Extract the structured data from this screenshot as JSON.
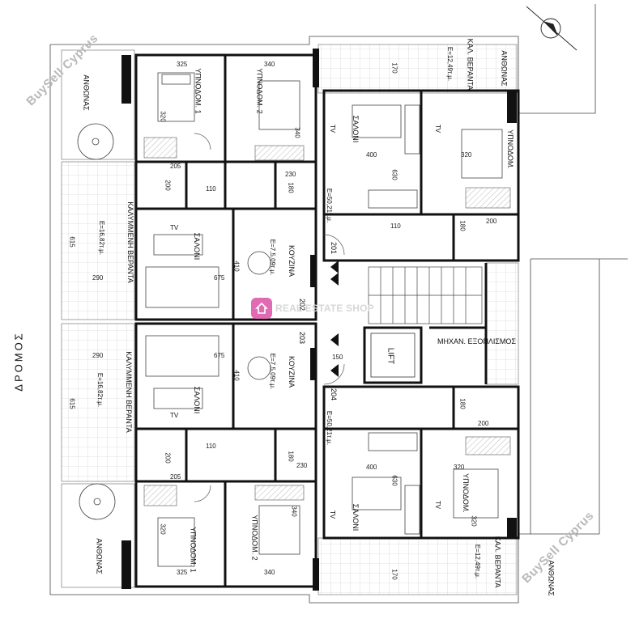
{
  "watermarks": {
    "top_left": "BuySell Cyprus",
    "bottom_right": "BuySell Cyprus",
    "center_logo": "REAL ESTATE SHOP"
  },
  "rooms": {
    "bed1_top": "ΥΠΝΟΔΟΜ. 1",
    "bed2_top": "ΥΠΝΟΔΟΜ. 2",
    "bed1_bottom": "ΥΠΝΟΔΟΜ. 1",
    "bed2_bottom": "ΥΠΝΟΔΟΜ. 2",
    "bed_right_top": "ΥΠΝΟΔΟΜ.",
    "bed_right_bottom": "ΥΠΝΟΔΟΜ.",
    "living_left_top": "ΣΑΛΟΝΙ",
    "living_left_bottom": "ΣΑΛΟΝΙ",
    "living_right_top": "ΣΑΛΟΝΙ",
    "living_right_bottom": "ΣΑΛΟΝΙ",
    "kitchen_top": "ΚΟΥΖΙΝΑ",
    "kitchen_bottom": "ΚΟΥΖΙΝΑ",
    "kitchen_top_area": "E=7,5,09τ.μ.",
    "kitchen_bottom_area": "E=7,5,09τ.μ.",
    "covered_veranda_top": "ΚΑΛΥΜΜΕΝΗ ΒΕΡΑΝΤΑ",
    "covered_veranda_top_area": "E=16,82τ.μ.",
    "covered_veranda_bottom": "ΚΑΛΥΜΜΕΝΗ ΒΕΡΑΝΤΑ",
    "covered_veranda_bottom_area": "E=16,82τ.μ.",
    "veranda_top_right": "ΚΑΛ. ΒΕΡΑΝΤΑ",
    "veranda_top_right_area": "E=12,49τ.μ.",
    "veranda_bottom_right": "ΚΑΛ. ΒΕΡΑΝΤΑ",
    "veranda_bottom_right_area": "E=12,49τ.μ.",
    "flower_tl": "ΑΝΘΩΝΑΣ",
    "flower_tr": "ΑΝΘΩΝΑΣ",
    "flower_bl": "ΑΝΘΩΝΑΣ",
    "flower_br": "ΑΝΘΩΝΑΣ",
    "lift": "LIFT",
    "mech": "ΜΗΧΑΝ. ΕΞΟΠΛΙΣΜΟΣ",
    "area_right_top": "E=50,21τ.μ.",
    "area_right_bottom": "E=50,21τ.μ.",
    "tv": "TV",
    "unit_201": "201",
    "unit_202": "202",
    "unit_203": "203",
    "unit_204": "204",
    "left_edge_text": "ΔΡΟΜΟΣ"
  },
  "dims": {
    "d325a": "325",
    "d340a": "340",
    "d320a": "320",
    "d340b": "340",
    "d205a": "205",
    "d200a": "200",
    "d110a": "110",
    "d230a": "230",
    "d180a": "180",
    "d615a": "615",
    "d290a": "290",
    "d675a": "675",
    "d410a": "410",
    "d290b": "290",
    "d675b": "675",
    "d410b": "410",
    "d615b": "615",
    "d110b": "110",
    "d200b": "200",
    "d205b": "205",
    "d180b": "180",
    "d230b": "230",
    "d320b": "320",
    "d340c": "340",
    "d325b": "325",
    "d340d": "340",
    "d170a": "170",
    "d400a": "400",
    "d630a": "630",
    "d320c": "320",
    "d180c": "180",
    "d110c": "110",
    "d200c": "200",
    "d150": "150",
    "d180d": "180",
    "d200d": "200",
    "d400b": "400",
    "d320d": "320",
    "d630b": "630",
    "d320e": "320",
    "d170b": "170"
  },
  "colors": {
    "wall": "#111111",
    "line": "#333333",
    "hatch": "#bdbdbd",
    "logo": "#e06bb3"
  }
}
